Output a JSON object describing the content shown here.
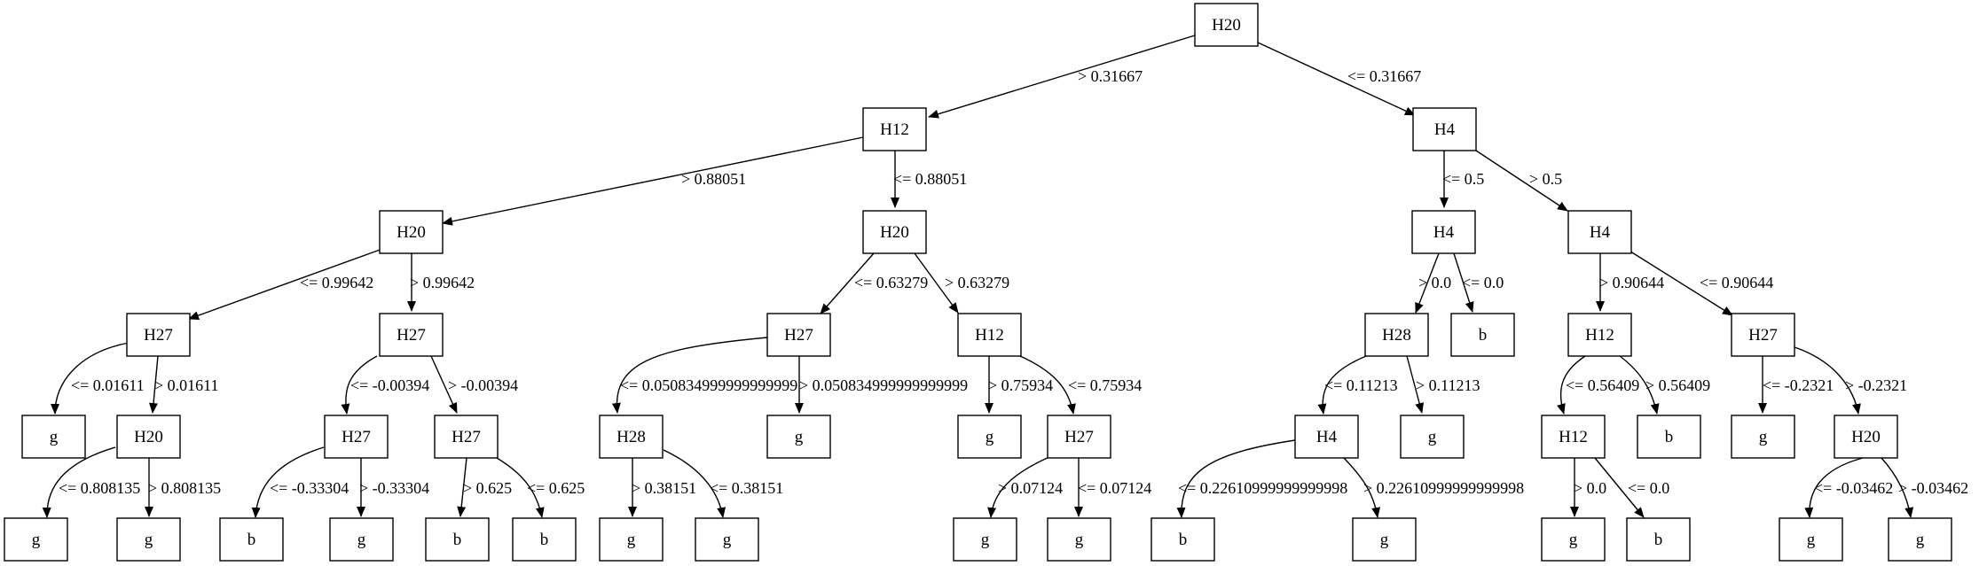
{
  "tree": {
    "nodes": {
      "n0": "H20",
      "n1": "H12",
      "n2": "H4",
      "n3": "H20",
      "n4": "H20",
      "n5": "H4",
      "n6": "H4",
      "n7": "H27",
      "n8": "H27",
      "n9": "H27",
      "n10": "H12",
      "n11": "H28",
      "n12": "b",
      "n13": "H12",
      "n14": "H27",
      "n15": "g",
      "n16": "H20",
      "n17": "H27",
      "n18": "H27",
      "n19": "H28",
      "n20": "g",
      "n21": "g",
      "n22": "H27",
      "n23": "H4",
      "n24": "g",
      "n25": "H12",
      "n26": "b",
      "n27": "g",
      "n28": "H20",
      "n29": "g",
      "n30": "g",
      "n31": "b",
      "n32": "g",
      "n33": "b",
      "n34": "b",
      "n35": "g",
      "n36": "g",
      "n37": "g",
      "n38": "g",
      "n39": "b",
      "n40": "g",
      "n41": "g",
      "n42": "b",
      "n43": "g",
      "n44": "g"
    },
    "edges": {
      "e0_1": "> 0.31667",
      "e0_2": "<= 0.31667",
      "e1_3": "> 0.88051",
      "e1_4": "<= 0.88051",
      "e2_5": "<= 0.5",
      "e2_6": "> 0.5",
      "e3_7": "<= 0.99642",
      "e3_8": "> 0.99642",
      "e4_9": "<= 0.63279",
      "e4_10": "> 0.63279",
      "e5_11": "> 0.0",
      "e5_12": "<= 0.0",
      "e6_13": "> 0.90644",
      "e6_14": "<= 0.90644",
      "e7_15": "<= 0.01611",
      "e7_16": "> 0.01611",
      "e8_17": "<= -0.00394",
      "e8_18": "> -0.00394",
      "e9_19": "<= 0.050834999999999999",
      "e9_20": "> 0.050834999999999999",
      "e10_21": "> 0.75934",
      "e10_22": "<= 0.75934",
      "e11_23": "<= 0.11213",
      "e11_24": "> 0.11213",
      "e13_25": "<= 0.56409",
      "e13_26": "> 0.56409",
      "e14_27": "<= -0.2321",
      "e14_28": "> -0.2321",
      "e16_29": "<= 0.808135",
      "e16_30": "> 0.808135",
      "e17_31": "<= -0.33304",
      "e17_32": "> -0.33304",
      "e18_33": "> 0.625",
      "e18_34": "<= 0.625",
      "e19_35": "> 0.38151",
      "e19_36": "<= 0.38151",
      "e22_37": "> 0.07124",
      "e22_38": "<= 0.07124",
      "e23_39": "<= 0.22610999999999998",
      "e23_40": "> 0.22610999999999998",
      "e25_41": "> 0.0",
      "e25_42": "<= 0.0",
      "e28_43": "<= -0.03462",
      "e28_44": "> -0.03462"
    }
  }
}
